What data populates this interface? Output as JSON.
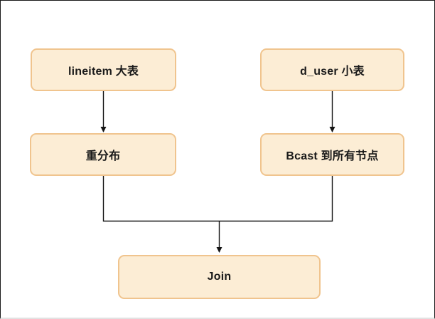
{
  "diagram": {
    "nodes": [
      {
        "id": "lineitem",
        "label": "lineitem 大表"
      },
      {
        "id": "d_user",
        "label": "d_user 小表"
      },
      {
        "id": "redistribute",
        "label": "重分布"
      },
      {
        "id": "bcast",
        "label": "Bcast 到所有节点"
      },
      {
        "id": "join",
        "label": "Join"
      }
    ],
    "edges": [
      {
        "from": "lineitem",
        "to": "redistribute",
        "arrow": true
      },
      {
        "from": "d_user",
        "to": "bcast",
        "arrow": true
      },
      {
        "from": "redistribute",
        "to": "join",
        "arrow": true
      },
      {
        "from": "bcast",
        "to": "join",
        "arrow": true
      }
    ]
  },
  "colors": {
    "canvas_background": "#FFFFFF",
    "node_fill": "#FCEDD5",
    "node_border": "#F0C48E",
    "edge_line": "#141414",
    "text": "#1A1A1A"
  }
}
